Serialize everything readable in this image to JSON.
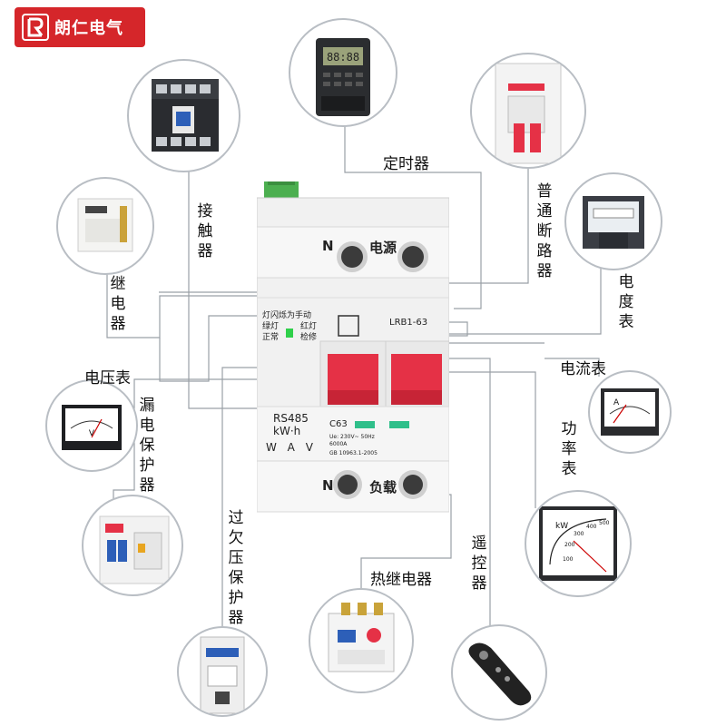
{
  "brand": {
    "name": "朗仁电气",
    "color": "#d5262a"
  },
  "labels": {
    "timer": "定时器",
    "contactor": "接触器",
    "circuit_breaker": "普通断路器",
    "relay": "继电器",
    "energy_meter": "电度表",
    "voltmeter": "电压表",
    "ammeter": "电流表",
    "leakage_protector": "漏电保护器",
    "power_meter": "功率表",
    "over_under_voltage_protector": "过欠压保护器",
    "thermal_relay": "热继电器",
    "remote_control": "遥控器"
  },
  "product": {
    "top_terminal_letter": "N",
    "top_terminal_text": "电源",
    "bottom_terminal_letter": "N",
    "bottom_terminal_text": "负载",
    "indicator_line1": "灯闪烁为手动",
    "indicator_line2a": "绿灯",
    "indicator_line2b": "红灯",
    "indicator_line3a": "正常",
    "indicator_line3b": "检修",
    "model": "LRB1-63",
    "comm": "RS485",
    "unit": "kW·h",
    "meter_icons": "W A V",
    "rating": "C63",
    "spec1": "Ue: 230V~ 50Hz",
    "spec2": "6000A",
    "standard": "GB 10963.1-2005",
    "accent_red": "#e53146",
    "indicator_green": "#2fd04a"
  },
  "device_text": {
    "timer_display": "88:88",
    "voltmeter_unit": "V",
    "ammeter_unit": "A",
    "power_meter_unit": "kW",
    "power_scale": [
      "100",
      "200",
      "300",
      "400",
      "500"
    ]
  }
}
